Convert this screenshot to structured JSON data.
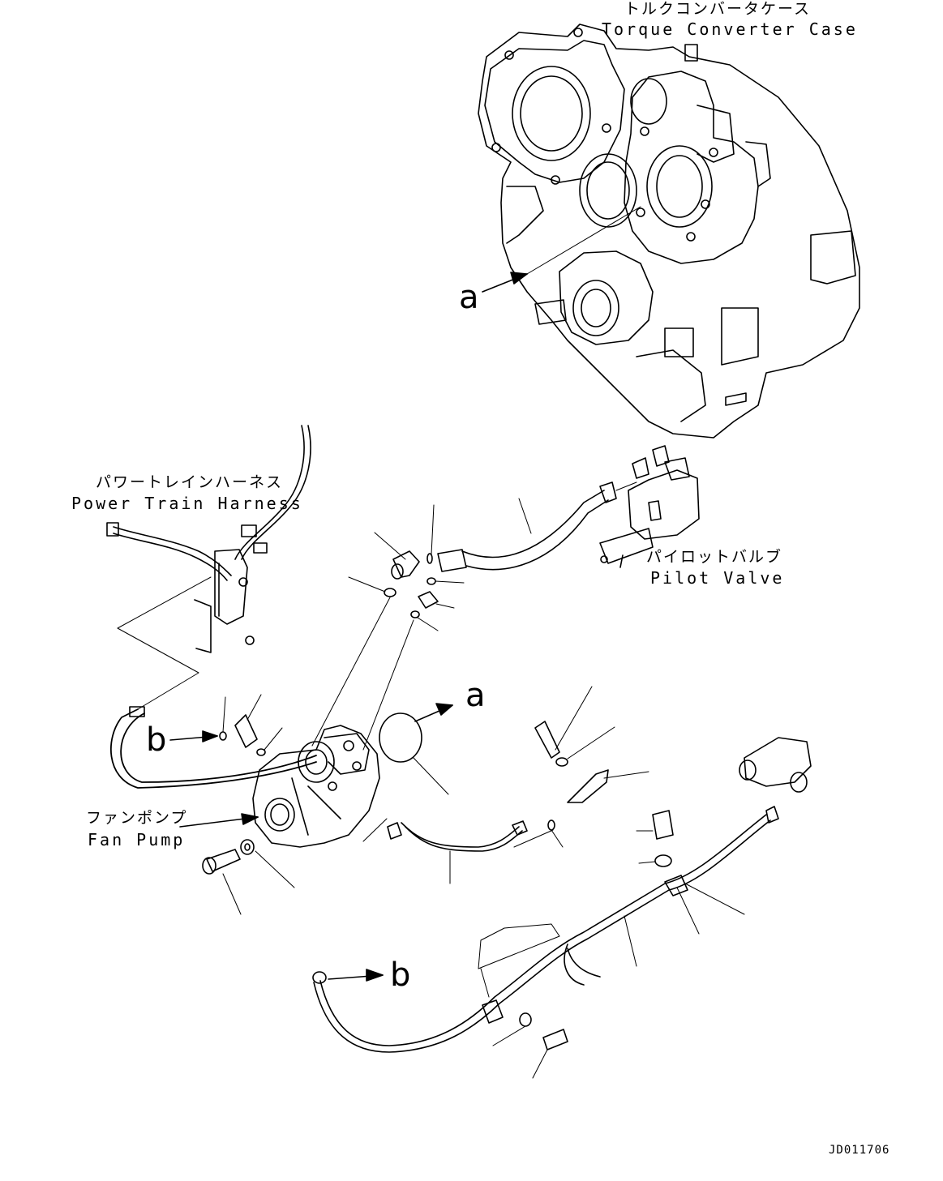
{
  "labels": {
    "torque_converter_case": {
      "jp": "トルクコンバータケース",
      "en": "Torque Converter Case"
    },
    "power_train_harness": {
      "jp": "パワートレインハーネス",
      "en": "Power Train Harness"
    },
    "pilot_valve": {
      "jp": "パイロットバルブ",
      "en": "Pilot Valve"
    },
    "fan_pump": {
      "jp": "ファンポンプ",
      "en": "Fan Pump"
    }
  },
  "callouts": {
    "a_case": "a",
    "a_pump": "a",
    "b_pump": "b",
    "b_hose": "b"
  },
  "drawing_code": "JD011706"
}
